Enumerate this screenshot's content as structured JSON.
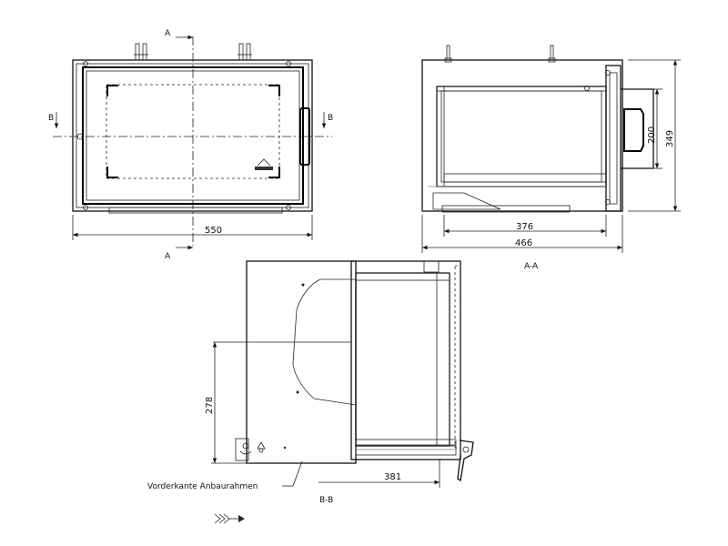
{
  "front_view": {
    "width_dim": "550",
    "section_mark": "A",
    "side_mark": "B"
  },
  "section_a": {
    "title": "A-A",
    "height_dim": "349",
    "inner_height_dim": "200",
    "inner_width_dim": "376",
    "outer_width_dim": "466"
  },
  "section_b": {
    "title": "B-B",
    "depth_dim": "278",
    "projection_dim": "381",
    "front_edge_label": "Vorderkante Anbaurahmen"
  }
}
